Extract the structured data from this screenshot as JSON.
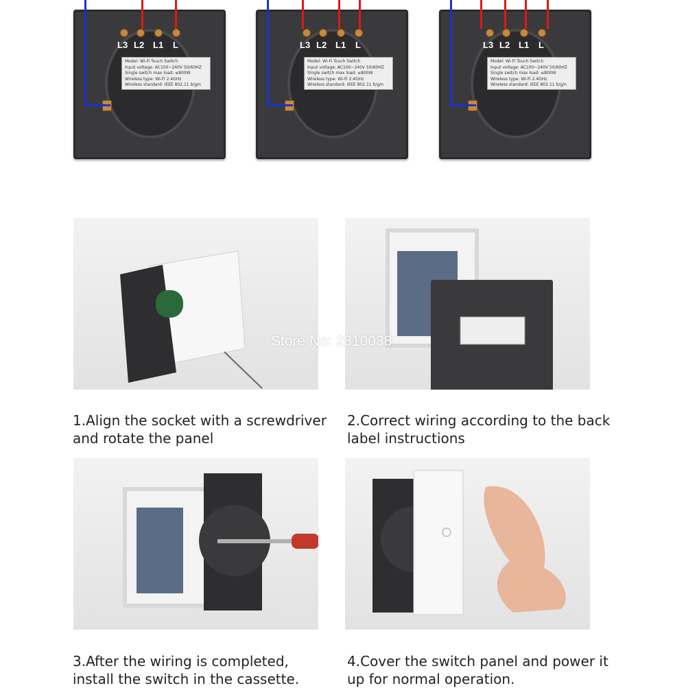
{
  "panels": [
    {
      "terminals": [
        "L3",
        "L2",
        "L1",
        "L"
      ]
    },
    {
      "terminals": [
        "L3",
        "L2",
        "L1",
        "L"
      ]
    },
    {
      "terminals": [
        "L3",
        "L2",
        "L1",
        "L"
      ]
    }
  ],
  "sticker": {
    "line1": "Model:   Wi-Fi Touch Switch",
    "line2": "Input voltage:  AC100~240V  50/60HZ",
    "line3": "Single switch max load:  ≤800W",
    "line4": "Wireless type:   Wi-Fi 2.4GHz",
    "line5": "Wireless standard:  IEEE 802.11 b/g/n"
  },
  "watermark": "Store No: 2810038",
  "steps": [
    {
      "line1": "1.Align the socket with a screwdriver",
      "line2": "and rotate the panel"
    },
    {
      "line1": "2.Correct wiring according to the back",
      "line2": "label instructions"
    },
    {
      "line1": "3.After the wiring is completed,",
      "line2": "install the switch in the cassette."
    },
    {
      "line1": "4.Cover the switch panel and power it",
      "line2": "up for normal operation."
    }
  ],
  "colors": {
    "live_wire": "#e01818",
    "neutral_wire": "#1c2fd6",
    "panel": "#3a3a3c"
  }
}
